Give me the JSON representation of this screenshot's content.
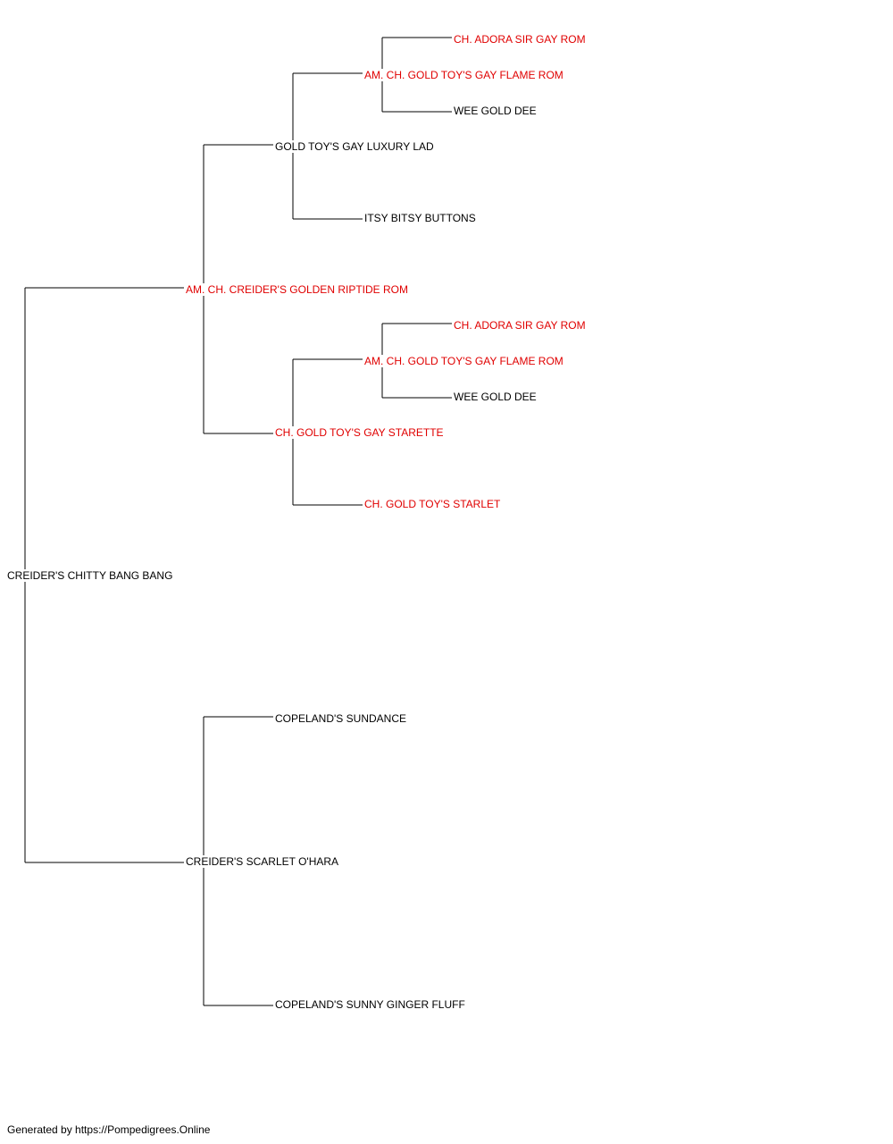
{
  "colors": {
    "champion": "#e00000",
    "normal": "#000000"
  },
  "pedigree": {
    "subject": {
      "name": "CREIDER'S CHITTY BANG BANG",
      "champion": false
    },
    "sire": {
      "name": "AM. CH. CREIDER'S GOLDEN RIPTIDE ROM",
      "champion": true
    },
    "dam": {
      "name": "CREIDER'S SCARLET O'HARA",
      "champion": false
    },
    "sire_sire": {
      "name": "GOLD TOY'S GAY LUXURY LAD",
      "champion": false
    },
    "sire_dam": {
      "name": "CH. GOLD TOY'S GAY STARETTE",
      "champion": true
    },
    "dam_sire": {
      "name": "COPELAND'S SUNDANCE",
      "champion": false
    },
    "dam_dam": {
      "name": "COPELAND'S SUNNY GINGER FLUFF",
      "champion": false
    },
    "sire_sire_sire": {
      "name": "AM. CH. GOLD TOY'S GAY FLAME ROM",
      "champion": true
    },
    "sire_sire_dam": {
      "name": "ITSY BITSY BUTTONS",
      "champion": false
    },
    "sire_dam_sire": {
      "name": "AM. CH. GOLD TOY'S GAY FLAME ROM",
      "champion": true
    },
    "sire_dam_dam": {
      "name": "CH. GOLD TOY'S STARLET",
      "champion": true
    },
    "sire_sire_sire_sire": {
      "name": "CH. ADORA SIR GAY ROM",
      "champion": true
    },
    "sire_sire_sire_dam": {
      "name": "WEE GOLD DEE",
      "champion": false
    },
    "sire_dam_sire_sire": {
      "name": "CH. ADORA SIR GAY ROM",
      "champion": true
    },
    "sire_dam_sire_dam": {
      "name": "WEE GOLD DEE",
      "champion": false
    }
  },
  "footer": "Generated by https://Pompedigrees.Online"
}
